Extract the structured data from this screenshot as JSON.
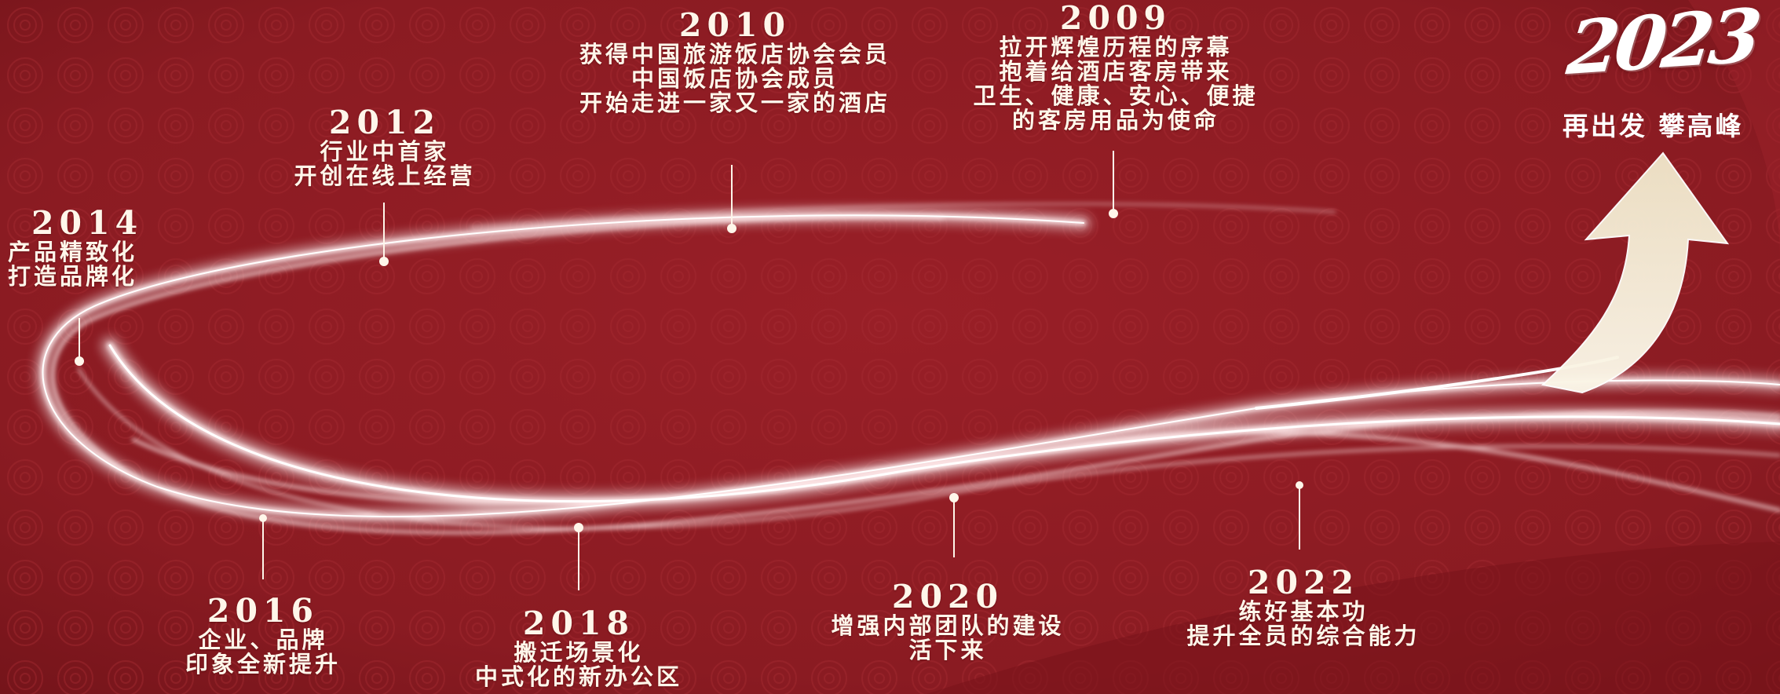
{
  "colors": {
    "background": "#8b1c23",
    "text": "#fff6ea",
    "arrow": "#f6efdc"
  },
  "brand": {
    "year": "2023",
    "slogan": "再出发 攀高峰"
  },
  "milestones": [
    {
      "year": "2014",
      "lines": [
        "产品精致化",
        "打造品牌化"
      ]
    },
    {
      "year": "2012",
      "lines": [
        "行业中首家",
        "开创在线上经营"
      ]
    },
    {
      "year": "2010",
      "lines": [
        "获得中国旅游饭店协会会员",
        "中国饭店协会成员",
        "开始走进一家又一家的酒店"
      ]
    },
    {
      "year": "2009",
      "lines": [
        "拉开辉煌历程的序幕",
        "抱着给酒店客房带来",
        "卫生、健康、安心、便捷",
        "的客房用品为使命"
      ]
    },
    {
      "year": "2016",
      "lines": [
        "企业、品牌",
        "印象全新提升"
      ]
    },
    {
      "year": "2018",
      "lines": [
        "搬迁场景化",
        "中式化的新办公区"
      ]
    },
    {
      "year": "2020",
      "lines": [
        "增强内部团队的建设",
        "活下来"
      ]
    },
    {
      "year": "2022",
      "lines": [
        "练好基本功",
        "提升全员的综合能力"
      ]
    }
  ]
}
